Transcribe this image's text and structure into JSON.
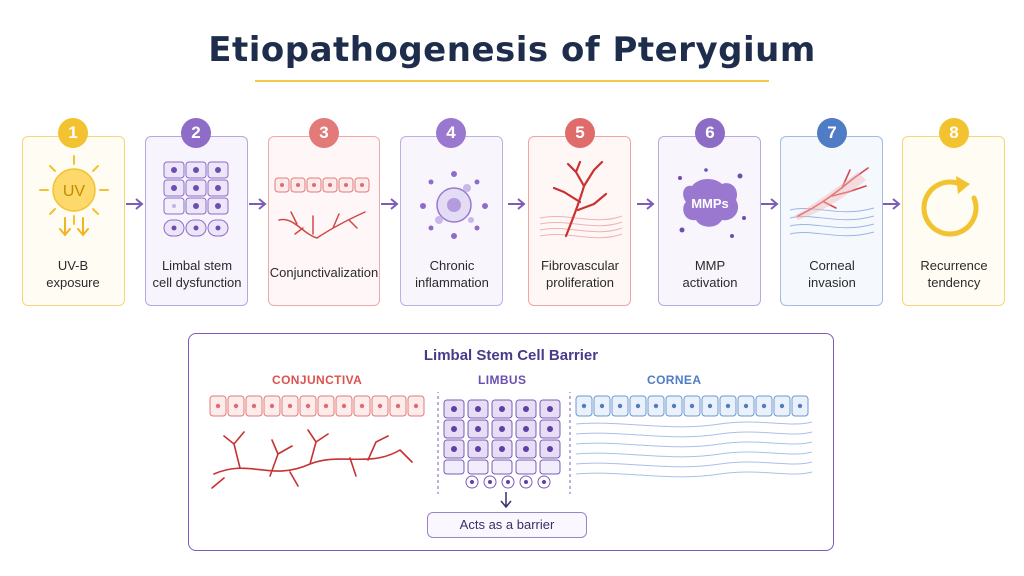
{
  "title": "Etiopathogenesis of Pterygium",
  "steps": [
    {
      "number": "1",
      "label_line1": "UV-B",
      "label_line2": "exposure",
      "color": "#f2c230"
    },
    {
      "number": "2",
      "label_line1": "Limbal stem",
      "label_line2": "cell dysfunction",
      "color": "#8e6cc7"
    },
    {
      "number": "3",
      "label_line1": "Conjunctivalization",
      "label_line2": "",
      "color": "#e37a7a"
    },
    {
      "number": "4",
      "label_line1": "Chronic",
      "label_line2": "inflammation",
      "color": "#9a78cf"
    },
    {
      "number": "5",
      "label_line1": "Fibrovascular",
      "label_line2": "proliferation",
      "color": "#e06b6b"
    },
    {
      "number": "6",
      "label_line1": "MMP",
      "label_line2": "activation",
      "color": "#8d6cc6"
    },
    {
      "number": "7",
      "label_line1": "Corneal",
      "label_line2": "invasion",
      "color": "#4f7cc4"
    },
    {
      "number": "8",
      "label_line1": "Recurrence",
      "label_line2": "tendency",
      "color": "#f2c230"
    }
  ],
  "icons": {
    "sun_text": "UV",
    "mmp_text": "MMPs"
  },
  "barrier": {
    "title": "Limbal Stem Cell Barrier",
    "conjunctiva_label": "CONJUNCTIVA",
    "limbus_label": "LIMBUS",
    "cornea_label": "CORNEA",
    "pill_text": "Acts as a barrier"
  },
  "colors": {
    "title": "#1f2d4d",
    "accent_yellow": "#f2c94c",
    "conjunctiva": "#d9534f",
    "limbus": "#7b5cb6",
    "cornea": "#4f7cc4"
  }
}
